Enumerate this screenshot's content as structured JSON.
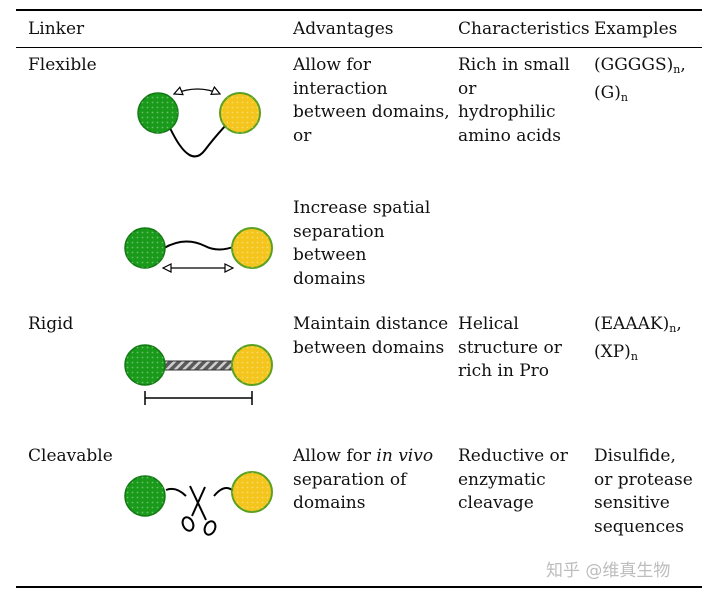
{
  "table": {
    "headers": {
      "linker": "Linker",
      "advantages": "Advantages",
      "characteristics": "Characteristics",
      "examples": "Examples"
    },
    "rows": [
      {
        "linker": "Flexible",
        "advantages": [
          "Allow for",
          "interaction",
          "between domains,",
          "or"
        ],
        "characteristics": [
          "Rich in small",
          "or",
          "hydrophilic",
          "amino acids"
        ],
        "examples": [
          {
            "base": "(GGGGS)",
            "sub": "n",
            "tail": ","
          },
          {
            "base": "(G)",
            "sub": "n",
            "tail": ""
          }
        ]
      },
      {
        "linker": "",
        "advantages": [
          "Increase spatial",
          "separation",
          "between",
          "domains"
        ],
        "characteristics": [],
        "examples": []
      },
      {
        "linker": "Rigid",
        "advantages": [
          "Maintain distance",
          "between domains"
        ],
        "characteristics": [
          "Helical",
          "structure or",
          "rich in Pro"
        ],
        "examples": [
          {
            "base": "(EAAAK)",
            "sub": "n",
            "tail": ","
          },
          {
            "base": "(XP)",
            "sub": "n",
            "tail": ""
          }
        ]
      },
      {
        "linker": "Cleavable",
        "advantages": [
          {
            "pre": "Allow for ",
            "italic": "in vivo"
          },
          "separation of",
          "domains"
        ],
        "characteristics": [
          "Reductive or",
          "enzymatic",
          "cleavage"
        ],
        "examples": [
          "Disulfide,",
          "or protease",
          "sensitive",
          "sequences"
        ]
      }
    ]
  },
  "colors": {
    "green_domain": "#1a9a1a",
    "yellow_domain": "#f4c51c",
    "rule": "#000000",
    "watermark": "#bdbdbd"
  },
  "watermark": "知乎 @维真生物"
}
